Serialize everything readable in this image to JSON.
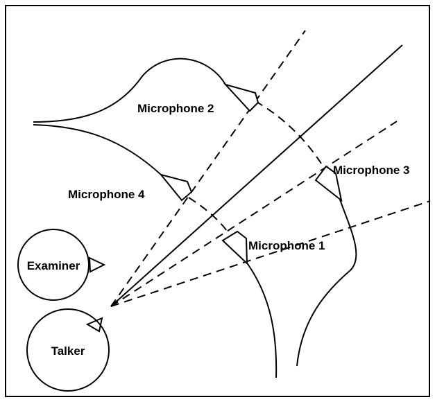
{
  "labels": {
    "microphone_1": "Microphone 1",
    "microphone_2": "Microphone 2",
    "microphone_3": "Microphone 3",
    "microphone_4": "Microphone 4",
    "examiner": "Examiner",
    "talker": "Talker"
  }
}
